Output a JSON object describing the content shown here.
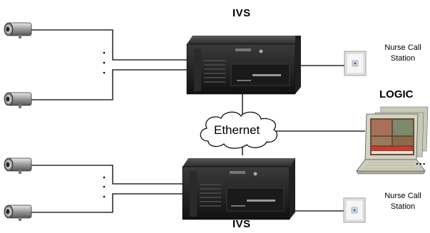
{
  "labels": {
    "ivs_top": "IVS",
    "ivs_bottom": "IVS",
    "nurse_call_top": "Nurse Call Station",
    "nurse_call_bottom": "Nurse Call Station",
    "logic": "LOGIC",
    "ethernet": "Ethernet",
    "more": "..."
  },
  "icons": [
    "camera-icon",
    "dvr-unit-icon",
    "nurse-call-panel-icon",
    "laptop-icon",
    "cloud-icon"
  ]
}
